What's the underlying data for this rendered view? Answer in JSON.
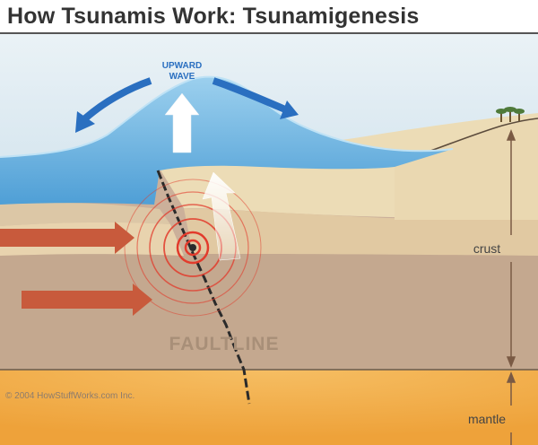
{
  "title": "How Tsunamis Work: Tsunamigenesis",
  "labels": {
    "upward_wave_line1": "UPWARD",
    "upward_wave_line2": "WAVE",
    "crust": "crust",
    "mantle": "mantle",
    "fault_line": "FAULTLINE",
    "copyright": "© 2004 HowStuffWorks.com Inc."
  },
  "colors": {
    "sky": "#dde9f0",
    "ocean": "#6fb4df",
    "crust": "#cbb09a",
    "sediment": "#ead7b0",
    "mantle": "#f4b04a",
    "wave_arrow": "#2a6fc0",
    "plate_arrow": "#c85a3c",
    "shock_rings": "#e23b2c"
  }
}
